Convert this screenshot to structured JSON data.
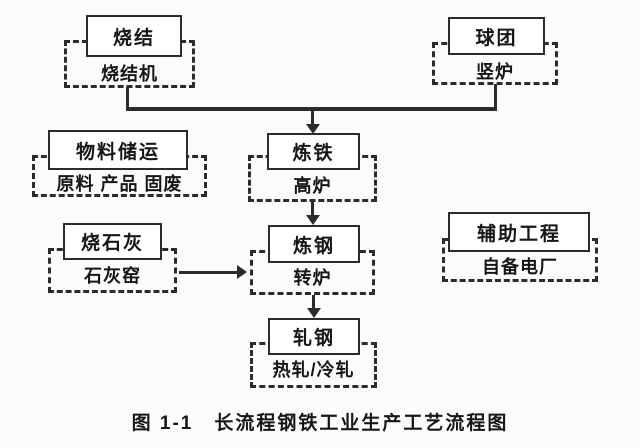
{
  "figure": {
    "caption": "图 1-1　长流程钢铁工业生产工艺流程图"
  },
  "nodes": [
    {
      "key": "sinter",
      "title": "烧结",
      "sublabel": "烧结机"
    },
    {
      "key": "pellet",
      "title": "球团",
      "sublabel": "竖炉"
    },
    {
      "key": "material-logistics",
      "title": "物料储运",
      "sublabel": "原料 产品 固废"
    },
    {
      "key": "ironmaking",
      "title": "炼铁",
      "sublabel": "高炉"
    },
    {
      "key": "lime-burning",
      "title": "烧石灰",
      "sublabel": "石灰窑"
    },
    {
      "key": "steelmaking",
      "title": "炼钢",
      "sublabel": "转炉"
    },
    {
      "key": "auxiliary",
      "title": "辅助工程",
      "sublabel": "自备电厂"
    },
    {
      "key": "rolling",
      "title": "轧钢",
      "sublabel": "热轧/冷轧"
    }
  ],
  "edges": [
    {
      "from": "sinter",
      "to": "ironmaking"
    },
    {
      "from": "pellet",
      "to": "ironmaking"
    },
    {
      "from": "ironmaking",
      "to": "steelmaking"
    },
    {
      "from": "lime-burning",
      "to": "steelmaking"
    },
    {
      "from": "steelmaking",
      "to": "rolling"
    }
  ],
  "colors": {
    "line": "#2b2b2b",
    "text": "#161616",
    "paper": "#fcfcfc"
  }
}
